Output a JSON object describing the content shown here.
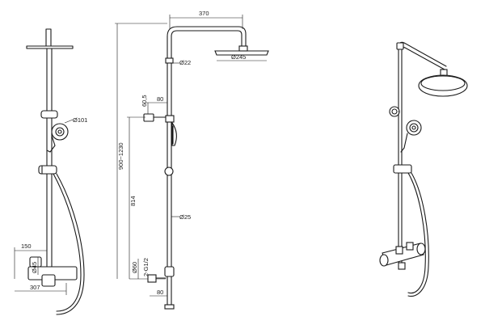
{
  "dimensions": {
    "width_top": "370",
    "head_dia": "Ø245",
    "riser_dia_top": "Ø22",
    "offset_80_top": "80",
    "offset_60_5": "60,5",
    "height_range": "900~1230",
    "length_814": "814",
    "riser_dia_bottom": "Ø25",
    "inlet_dia": "Ø60",
    "thread": "2-G1/2",
    "offset_80_bottom": "80",
    "hand_shower_dia": "Ø101",
    "width_150": "150",
    "body_dia": "Ø45",
    "width_307": "307"
  }
}
